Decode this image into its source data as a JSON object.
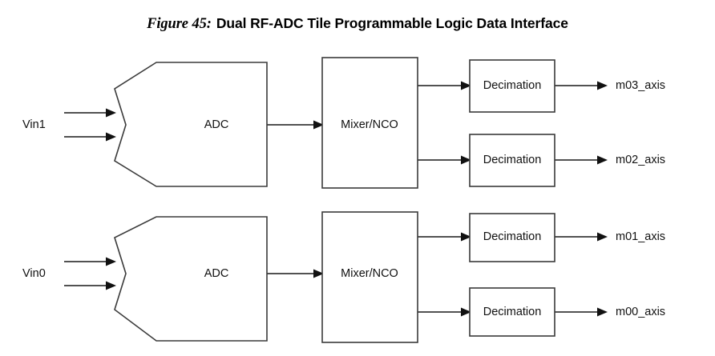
{
  "figure": {
    "number_label": "Figure 45:",
    "title": "Dual RF-ADC Tile Programmable Logic Data Interface",
    "background_color": "#ffffff",
    "line_color": "#3a3a3a",
    "text_color": "#111111"
  },
  "diagram": {
    "type": "block-diagram",
    "tiles": [
      {
        "id": "tile-1",
        "input_label": "Vin1",
        "input_ports": 2,
        "adc_label": "ADC",
        "mixer_label": "Mixer/NCO",
        "decimation_label": "Decimation",
        "outputs": [
          {
            "label": "m03_axis"
          },
          {
            "label": "m02_axis"
          }
        ]
      },
      {
        "id": "tile-0",
        "input_label": "Vin0",
        "input_ports": 2,
        "adc_label": "ADC",
        "mixer_label": "Mixer/NCO",
        "decimation_label": "Decimation",
        "outputs": [
          {
            "label": "m01_axis"
          },
          {
            "label": "m00_axis"
          }
        ]
      }
    ]
  }
}
